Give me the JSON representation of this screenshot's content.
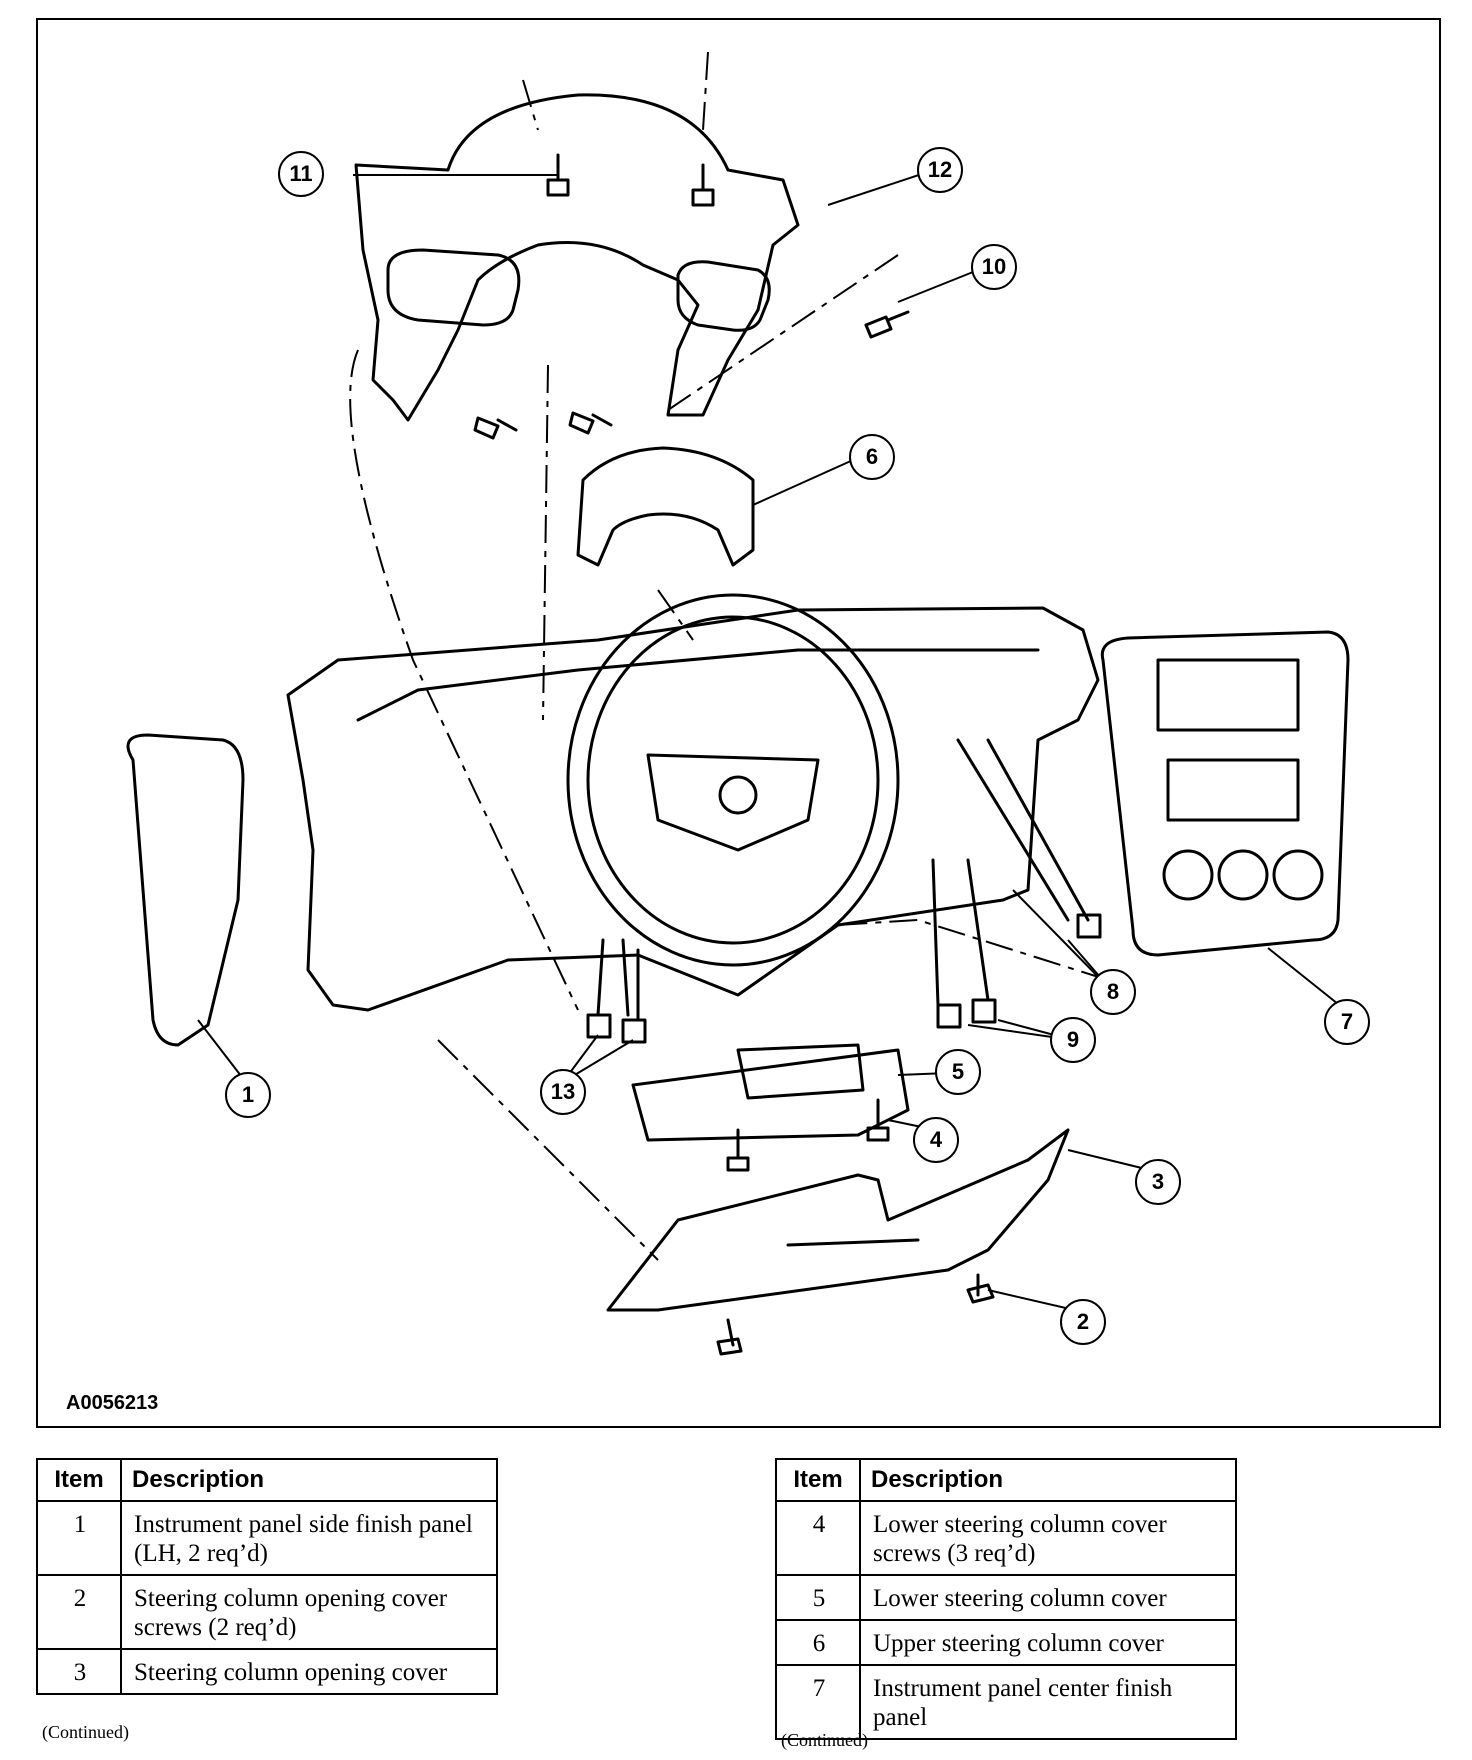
{
  "figure": {
    "id": "A0056213",
    "callouts": [
      {
        "label": "1"
      },
      {
        "label": "2"
      },
      {
        "label": "3"
      },
      {
        "label": "4"
      },
      {
        "label": "5"
      },
      {
        "label": "6"
      },
      {
        "label": "7"
      },
      {
        "label": "8"
      },
      {
        "label": "9"
      },
      {
        "label": "10"
      },
      {
        "label": "11"
      },
      {
        "label": "12"
      },
      {
        "label": "13"
      }
    ]
  },
  "table_left": {
    "headers": {
      "item": "Item",
      "description": "Description"
    },
    "rows": [
      {
        "item": "1",
        "description": "Instrument panel side finish panel (LH, 2 req’d)"
      },
      {
        "item": "2",
        "description": "Steering column opening cover screws (2 req’d)"
      },
      {
        "item": "3",
        "description": "Steering column opening cover"
      }
    ],
    "footer": "(Continued)"
  },
  "table_right": {
    "headers": {
      "item": "Item",
      "description": "Description"
    },
    "rows": [
      {
        "item": "4",
        "description": "Lower steering column cover screws (3 req’d)"
      },
      {
        "item": "5",
        "description": "Lower steering column cover"
      },
      {
        "item": "6",
        "description": "Upper steering column cover"
      },
      {
        "item": "7",
        "description": "Instrument panel center finish panel"
      }
    ],
    "footer": "(Continued)"
  }
}
